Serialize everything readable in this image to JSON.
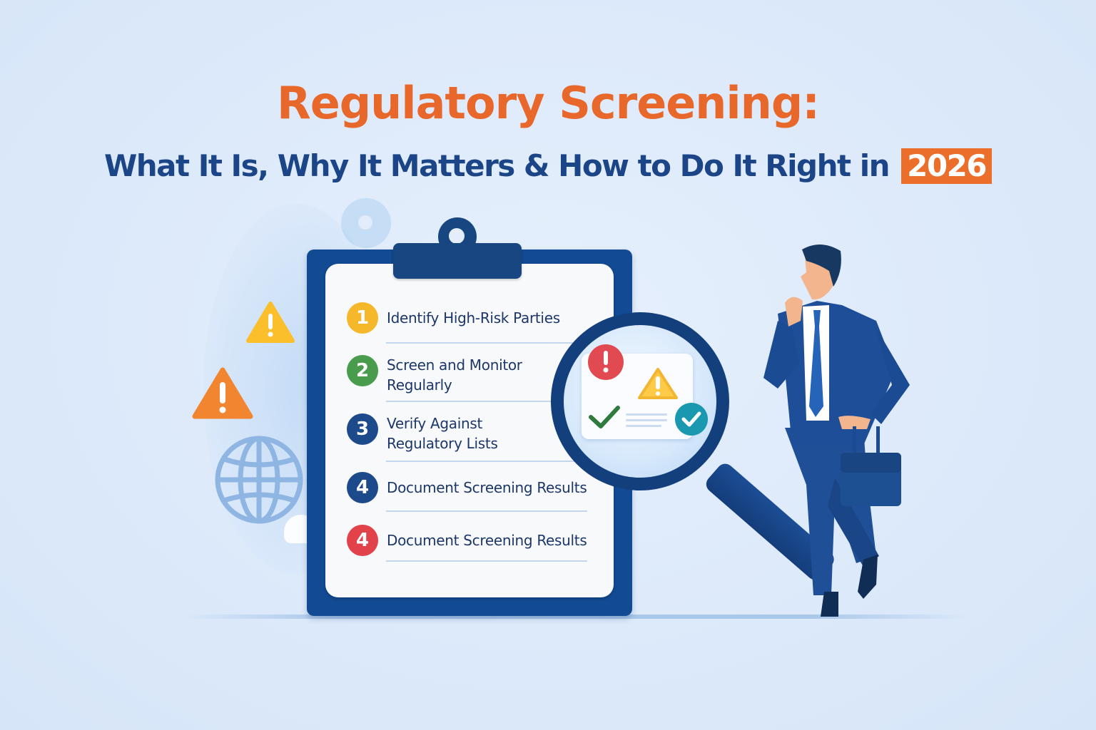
{
  "header": {
    "title": "Regulatory Screening:",
    "subtitle": "What It Is, Why It Matters & How to Do It Right in",
    "year_badge": "2026"
  },
  "checklist": {
    "items": [
      {
        "number": "1",
        "label": "Identify High-Risk Parties",
        "color": "#f4b82a"
      },
      {
        "number": "2",
        "label": "Screen and Monitor\nRegularly",
        "color": "#4a9c4d"
      },
      {
        "number": "3",
        "label": "Verify Against\nRegulatory Lists",
        "color": "#1c4a8a"
      },
      {
        "number": "4",
        "label": "Document Screening Results",
        "color": "#1c4a8a"
      },
      {
        "number": "4",
        "label": "Document Screening Results",
        "color": "#e2434a"
      }
    ]
  },
  "icons": {
    "left_warnings": [
      "warning-triangle-yellow",
      "warning-triangle-orange"
    ],
    "globe": "globe-icon",
    "magnifier_contents": [
      "alert-circle-red",
      "warning-triangle-yellow",
      "checkmark-green",
      "check-circle-teal"
    ]
  },
  "colors": {
    "title_orange": "#e8672a",
    "subtitle_navy": "#1b4586",
    "clipboard_blue": "#124a93",
    "background": "#dce9fa"
  }
}
